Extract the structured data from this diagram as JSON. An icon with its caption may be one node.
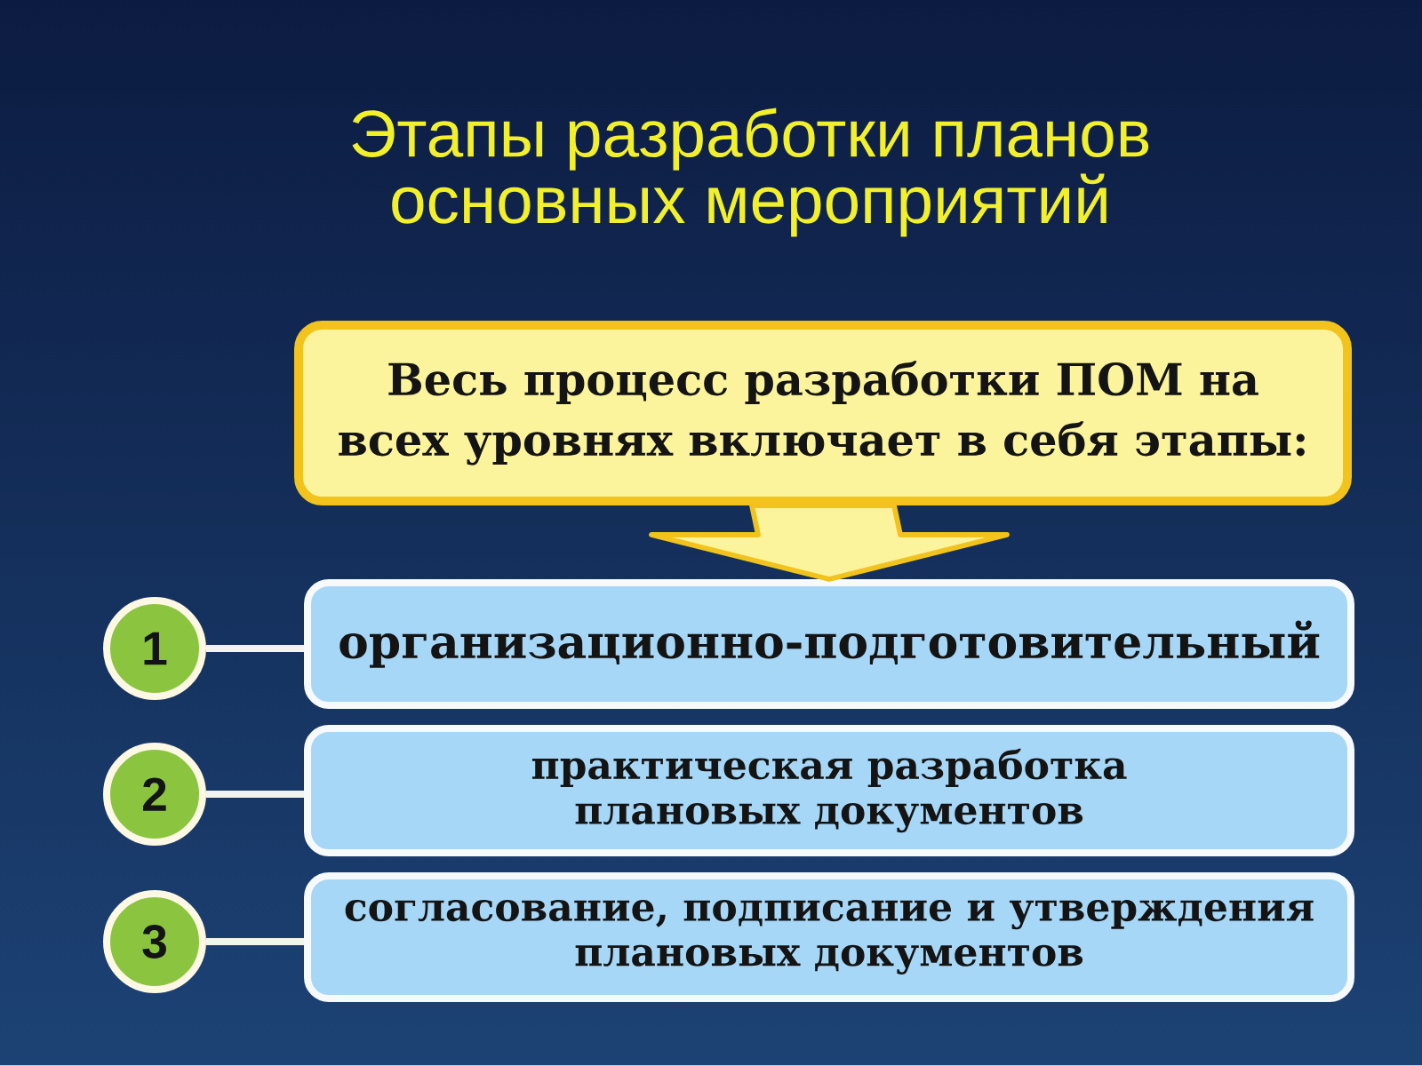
{
  "diagram": {
    "title": "Этапы разработки планов основных мероприятий",
    "nodes": [
      {
        "text": [
          "Весь процесс разработки ПОМ на всех уровнях включает в себя этапы:"
        ]
      },
      {
        "text": [
          "1"
        ]
      },
      {
        "text": [
          "организационно-подготовительный"
        ]
      },
      {
        "text": [
          "2"
        ]
      },
      {
        "text": [
          "практическая разработка плановых документов"
        ]
      },
      {
        "text": [
          "3"
        ]
      },
      {
        "text": [
          "согласование, подписание и утверждения плановых документов"
        ]
      }
    ],
    "edges": [
      {
        "from": 0,
        "to": 2,
        "arrow": "to",
        "style": "thick",
        "color": "#fcf49c"
      },
      {
        "from": 1,
        "to": 2,
        "arrow": "none"
      },
      {
        "from": 3,
        "to": 4,
        "arrow": "none"
      },
      {
        "from": 5,
        "to": 6,
        "arrow": "none"
      }
    ]
  }
}
